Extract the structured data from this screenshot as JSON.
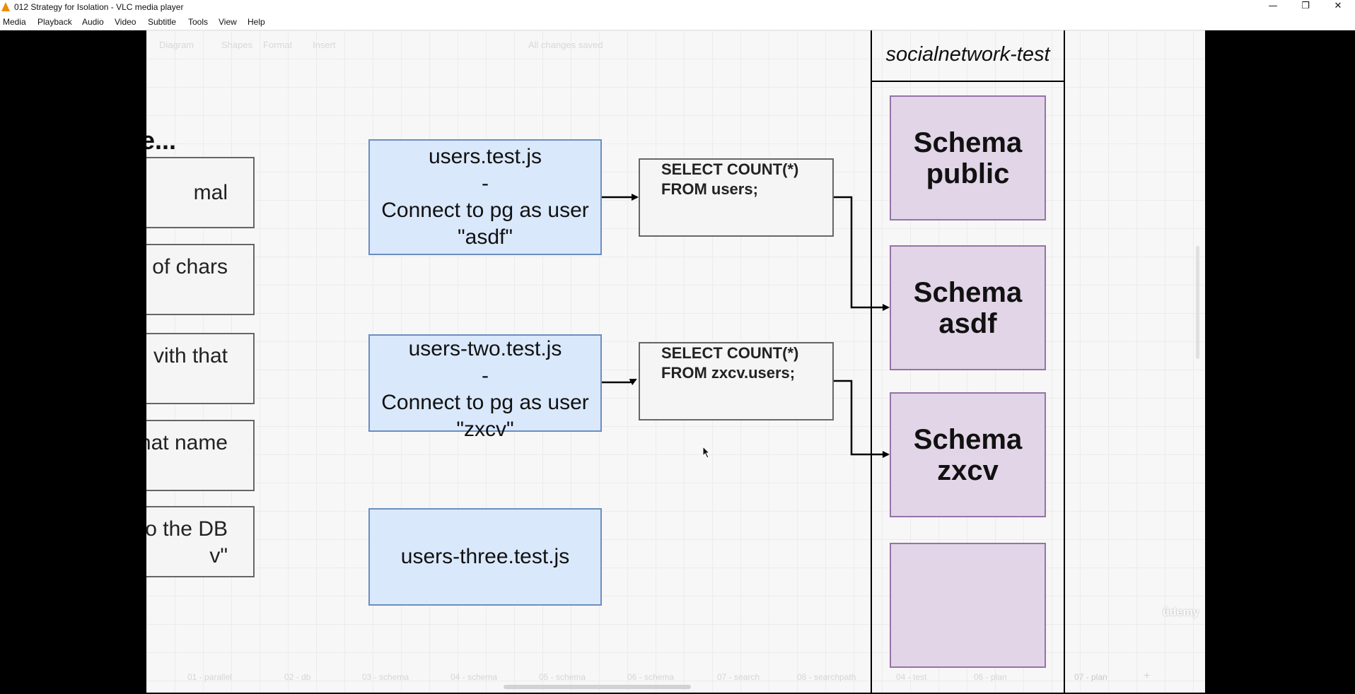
{
  "window": {
    "title": "012 Strategy for Isolation - VLC media player",
    "controls": {
      "minimize": "—",
      "maximize": "❐",
      "close": "✕"
    }
  },
  "menu": [
    "Media",
    "Playback",
    "Audio",
    "Video",
    "Subtitle",
    "Tools",
    "View",
    "Help"
  ],
  "toolbar_faded": {
    "diagram": "Diagram",
    "shapes": "Shapes",
    "format": "Format",
    "insert": "Insert",
    "status": "All changes saved"
  },
  "diagram": {
    "ellipsis": "e...",
    "left_boxes": [
      "mal",
      "of chars",
      "vith that",
      "hat name",
      "o the DB\nv\""
    ],
    "test_files": [
      {
        "name": "users.test.js",
        "sep": "-",
        "line1": "Connect to pg as user",
        "line2": "\"asdf\""
      },
      {
        "name": "users-two.test.js",
        "sep": "-",
        "line1": "Connect to pg as user",
        "line2": "\"zxcv\""
      },
      {
        "name": "users-three.test.js"
      }
    ],
    "queries": [
      {
        "line1": "SELECT COUNT(*)",
        "line2": "FROM users;"
      },
      {
        "line1": "SELECT COUNT(*)",
        "line2": "FROM zxcv.users;"
      }
    ],
    "database": {
      "name": "socialnetwork-test",
      "schemas": [
        {
          "line1": "Schema",
          "line2": "public"
        },
        {
          "line1": "Schema",
          "line2": "asdf"
        },
        {
          "line1": "Schema",
          "line2": "zxcv"
        },
        {
          "line1": "",
          "line2": ""
        }
      ]
    }
  },
  "bottom_tabs": [
    "01 - parallel",
    "02 - db",
    "03 - schema",
    "04 - schema",
    "05 - schema",
    "06 - schema",
    "07 - search",
    "08 - searchpath",
    "04 - test",
    "06 - plan",
    "07 - plan",
    "+"
  ],
  "watermark": "ûdemy",
  "colors": {
    "blue_fill": "#dae8fc",
    "blue_border": "#6c8ebf",
    "purple_fill": "#e1d5e7",
    "purple_border": "#9673a6",
    "gray_fill": "#f5f5f5"
  }
}
